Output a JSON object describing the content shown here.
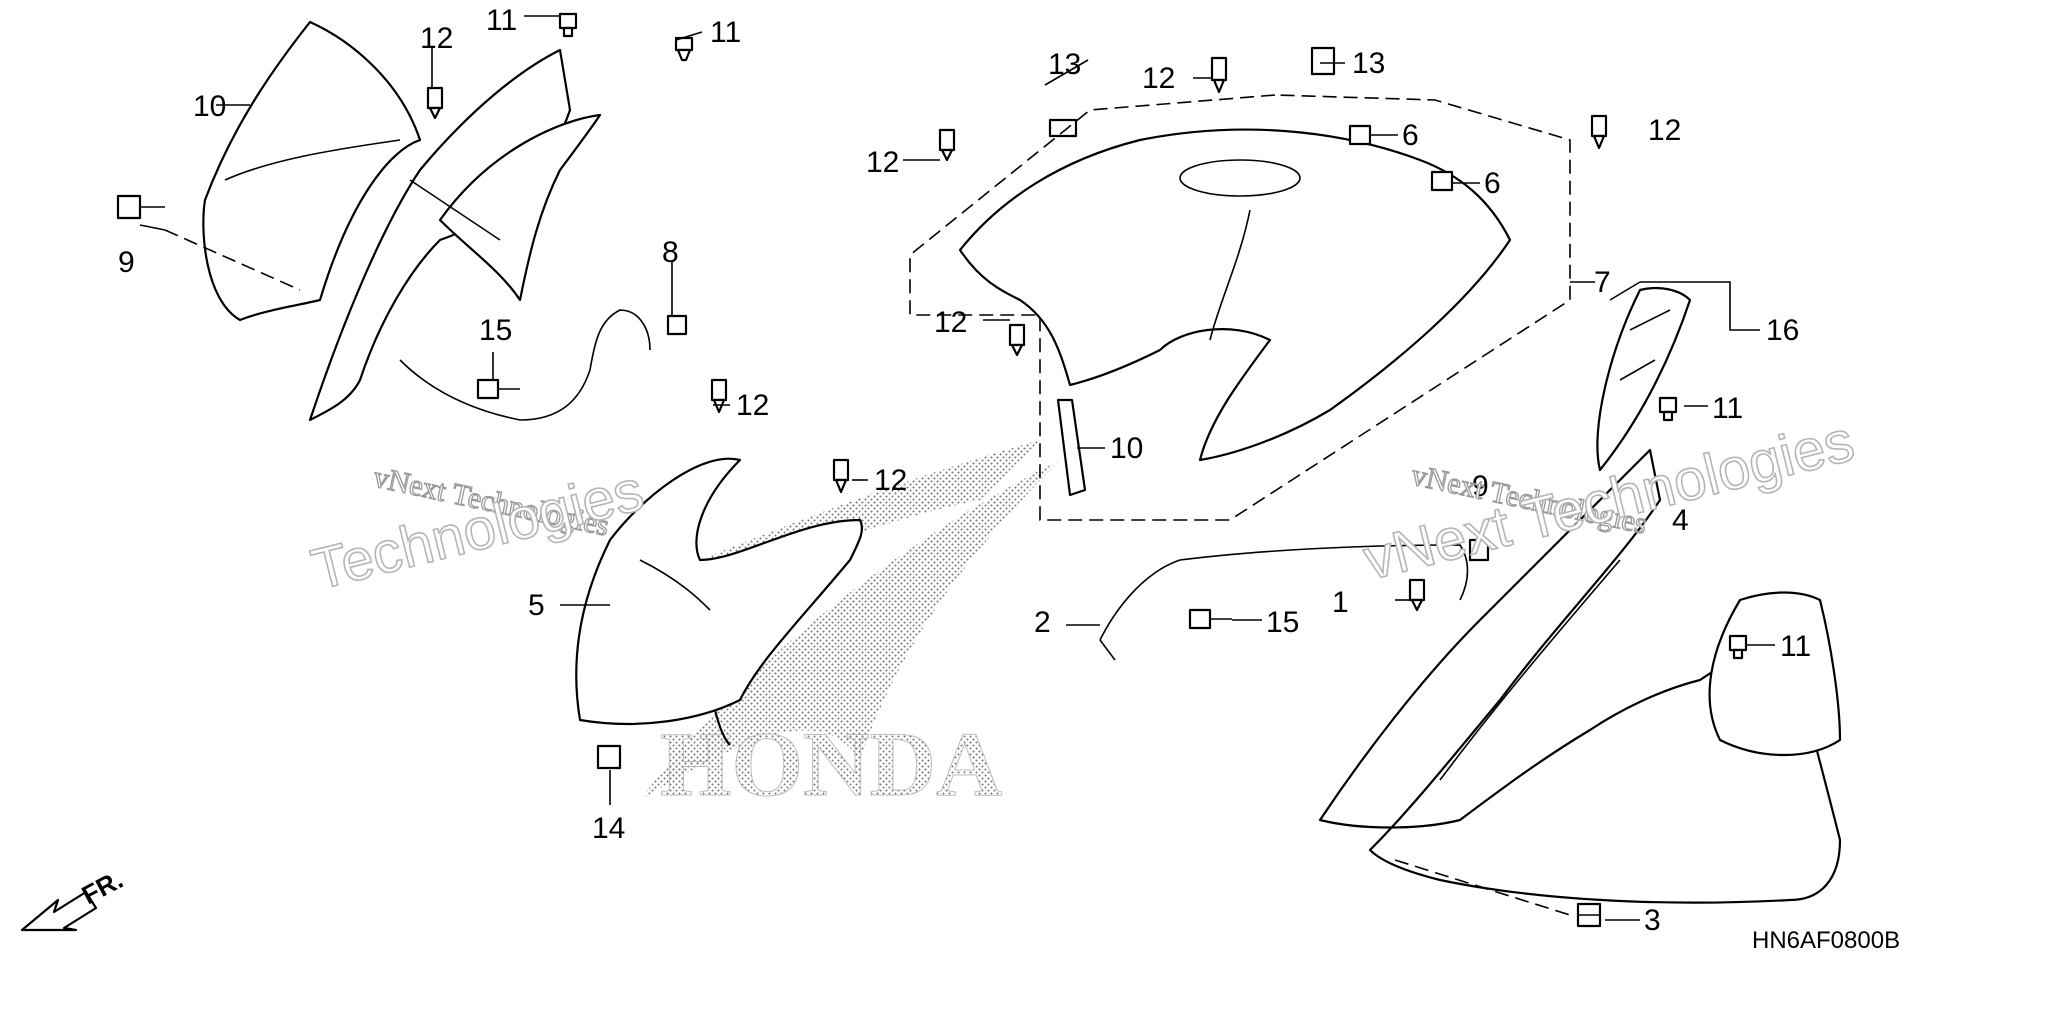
{
  "diagram": {
    "code": "HN6AF0800B",
    "front_marker": "FR.",
    "brand_logo": "HONDA",
    "watermarks": [
      {
        "line1": "vNext Technologies",
        "line2": "Technologies"
      },
      {
        "line1": "vNext Technologies",
        "line2": "vNext Technologies"
      }
    ],
    "callouts": [
      "1",
      "2",
      "3",
      "4",
      "5",
      "6",
      "6",
      "7",
      "8",
      "9",
      "9",
      "10",
      "10",
      "11",
      "11",
      "11",
      "11",
      "12",
      "12",
      "12",
      "12",
      "12",
      "12",
      "12",
      "13",
      "13",
      "14",
      "15",
      "15",
      "16"
    ]
  }
}
